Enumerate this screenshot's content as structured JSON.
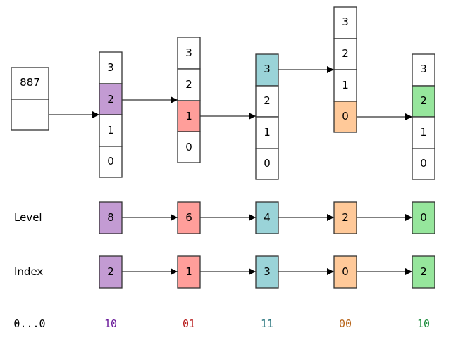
{
  "root": {
    "value": "887",
    "fill": "#ffffff"
  },
  "colors": {
    "purple": "#c39bd3",
    "red": "#ff9e9a",
    "teal": "#9ad3d8",
    "orange": "#ffc999",
    "green": "#96e69c",
    "text_purple": "#6a1b9a",
    "text_red": "#b71c1c",
    "text_teal": "#1f6f78",
    "text_orange": "#b8651a",
    "text_green": "#1e8e3e",
    "text_black": "#000000"
  },
  "columns": [
    {
      "cells": [
        "3",
        "2",
        "1",
        "0"
      ],
      "highlight": 1,
      "color": "#c39bd3"
    },
    {
      "cells": [
        "3",
        "2",
        "1",
        "0"
      ],
      "highlight": 2,
      "color": "#ff9e9a"
    },
    {
      "cells": [
        "3",
        "2",
        "1",
        "0"
      ],
      "highlight": 0,
      "color": "#9ad3d8"
    },
    {
      "cells": [
        "3",
        "2",
        "1",
        "0"
      ],
      "highlight": 3,
      "color": "#ffc999"
    },
    {
      "cells": [
        "3",
        "2",
        "1",
        "0"
      ],
      "highlight": 1,
      "color": "#96e69c"
    }
  ],
  "level_row": {
    "label": "Level",
    "values": [
      "8",
      "6",
      "4",
      "2",
      "0"
    ]
  },
  "index_row": {
    "label": "Index",
    "values": [
      "2",
      "1",
      "3",
      "0",
      "2"
    ]
  },
  "bits_row": {
    "values": [
      "0...0",
      "10",
      "01",
      "11",
      "00",
      "10"
    ]
  }
}
